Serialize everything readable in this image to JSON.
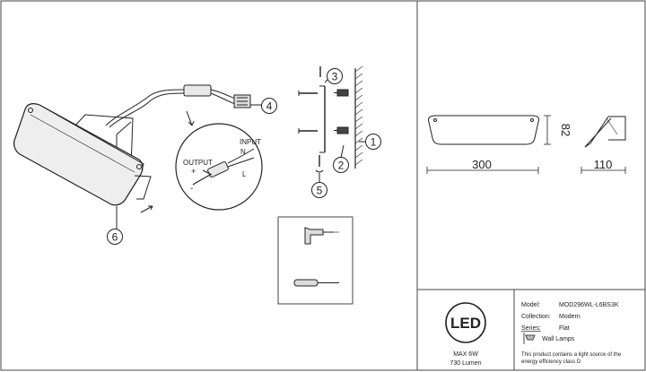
{
  "callouts": {
    "c1": "1",
    "c2": "2",
    "c3": "3",
    "c4": "4",
    "c5": "5",
    "c6": "6"
  },
  "wiring": {
    "input_label": "INPUT",
    "output_label": "OUTPUT",
    "n_label": "N",
    "l_label": "L",
    "plus_label": "+",
    "minus_label": "-"
  },
  "dimensions": {
    "length": "300",
    "height": "82",
    "depth": "110"
  },
  "badge": {
    "logo_text": "LED",
    "power": "MAX 6W",
    "lumen": "730 Lumen"
  },
  "spec_table": {
    "model_label": "Model:",
    "model_value": "MOD296WL-L6BS3K",
    "collection_label": "Collection:",
    "collection_value": "Modern",
    "series_label": "Series:",
    "series_value": "Flat",
    "category_value": "Wall Lamps",
    "energy_note_line1": "This product contains a light source of the",
    "energy_note_line2": "energy efficiency class D"
  }
}
